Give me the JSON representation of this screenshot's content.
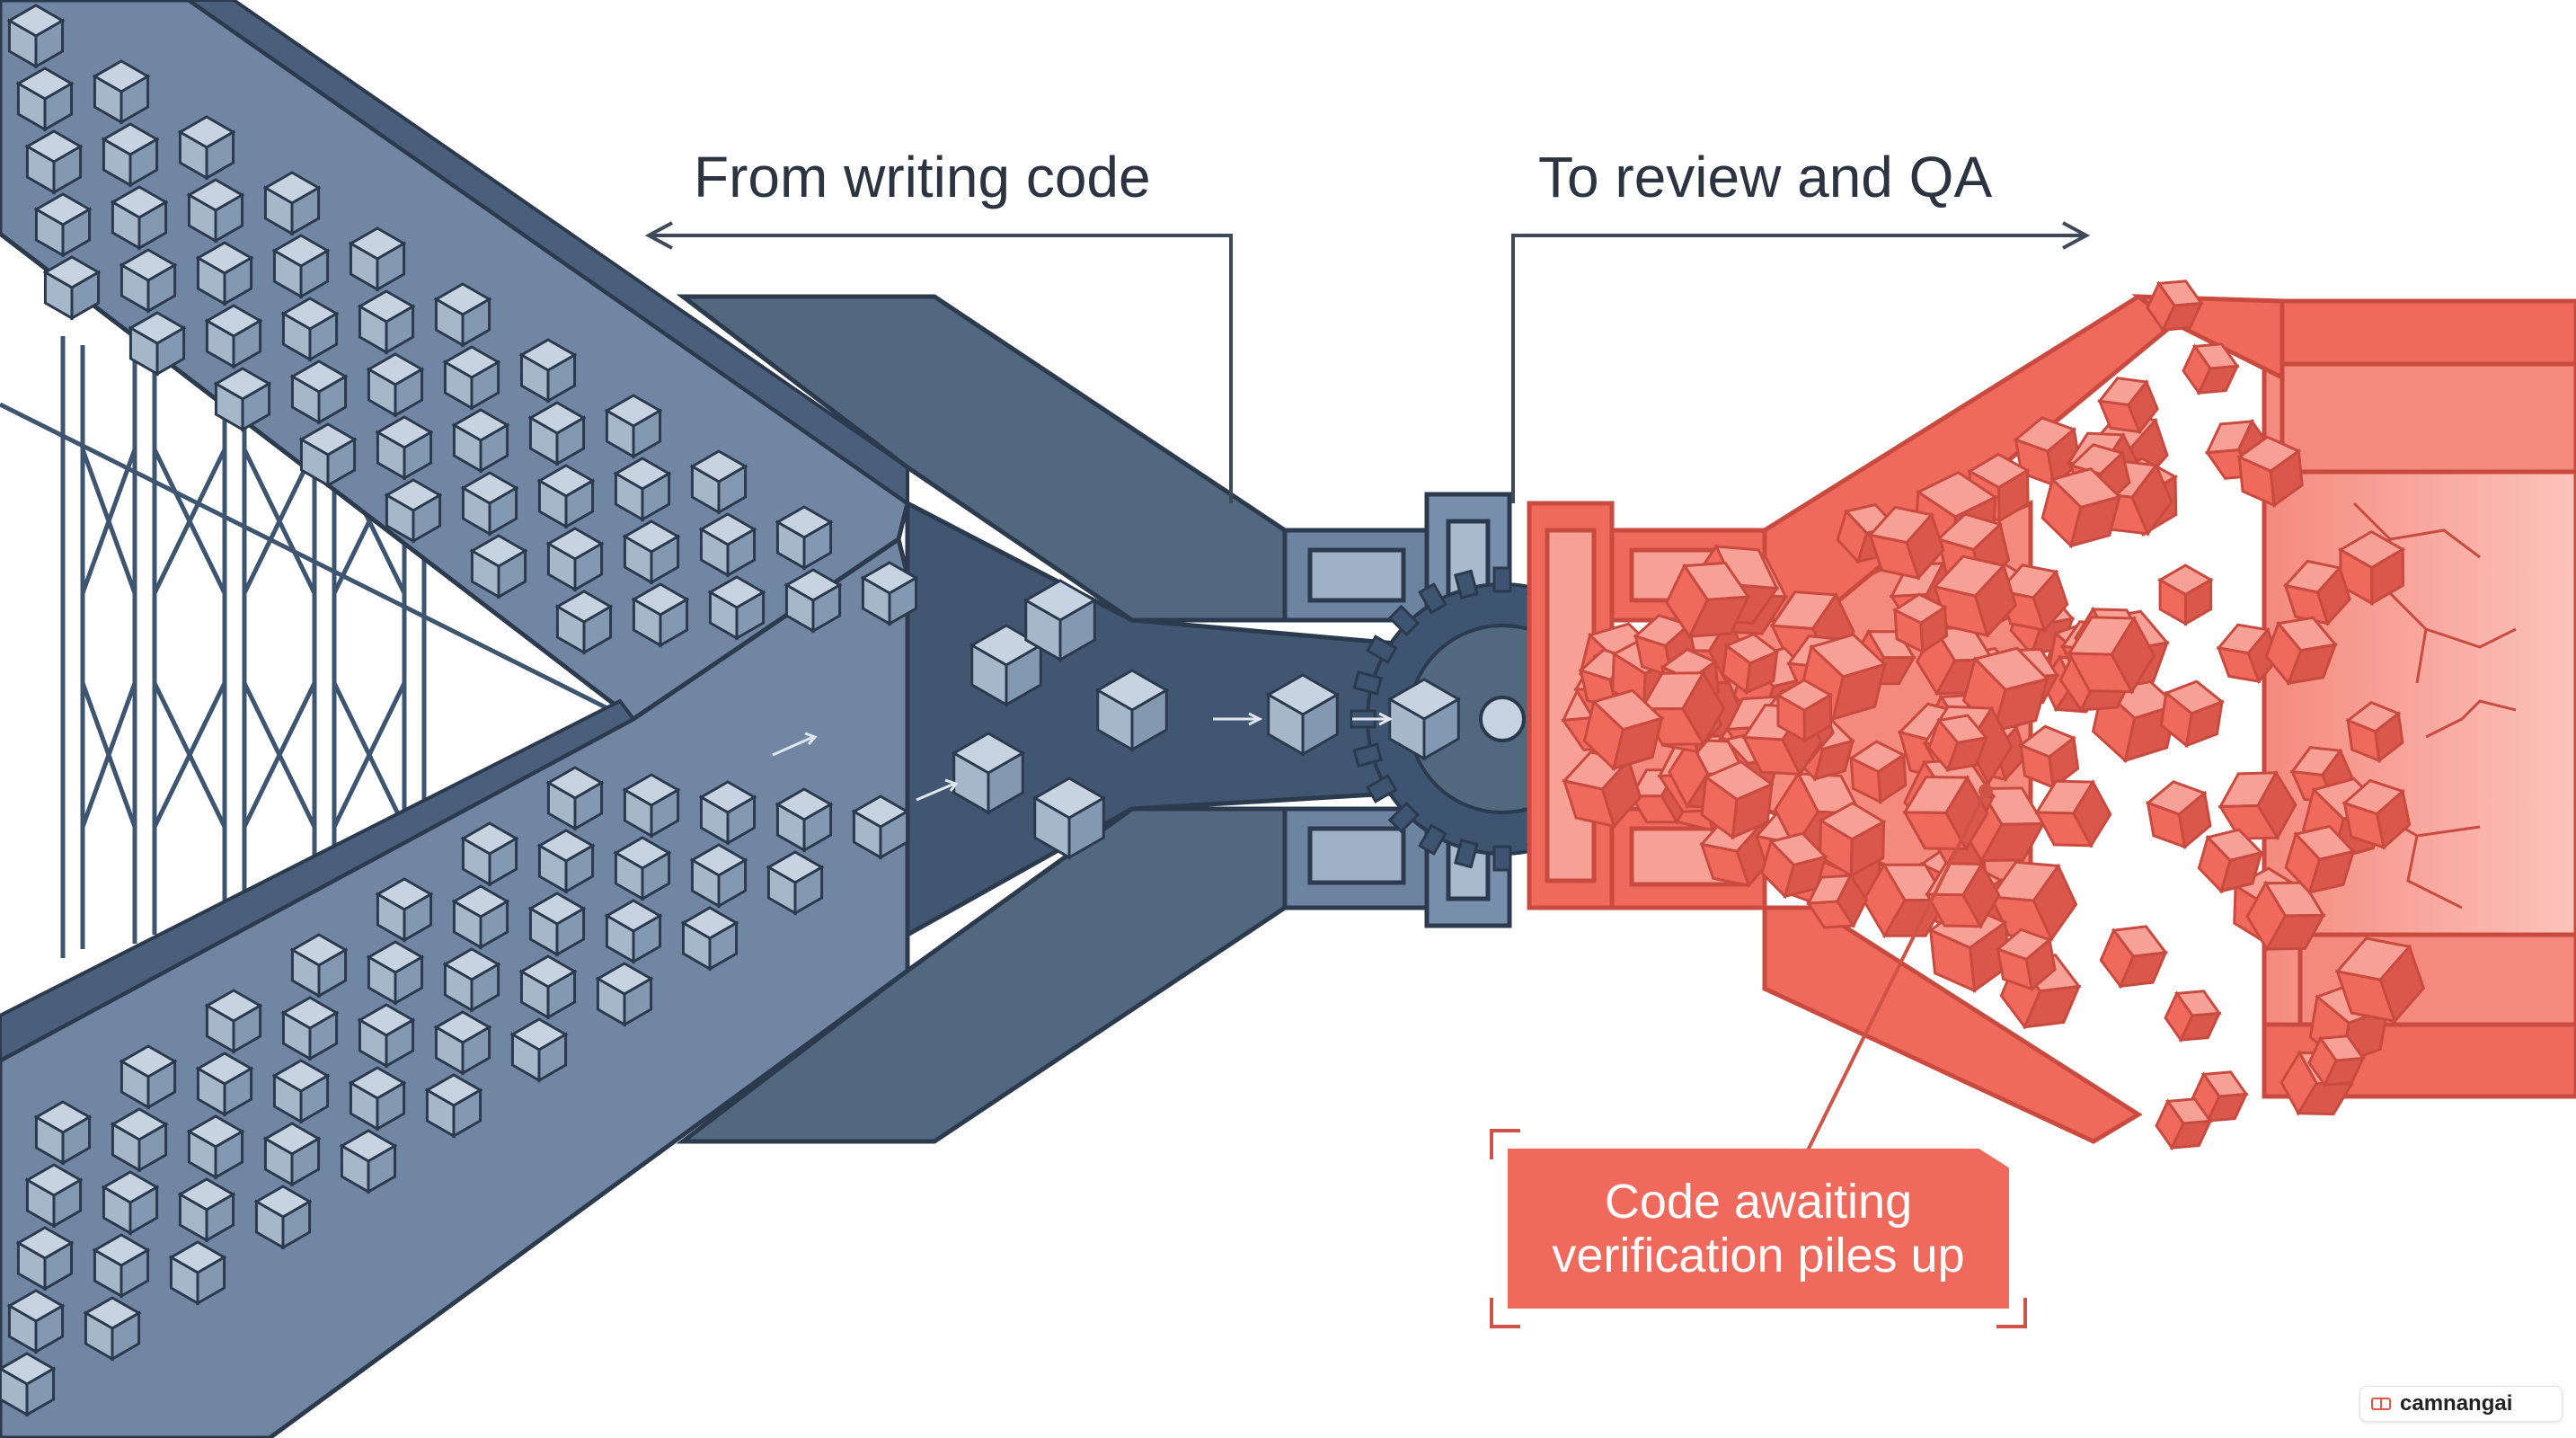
{
  "labels": {
    "left": "From writing code",
    "right": "To review and QA"
  },
  "callout": {
    "line1": "Code awaiting",
    "line2": "verification piles up"
  },
  "watermark": {
    "text": "camnangai"
  },
  "colors": {
    "steel_dark": "#3e5571",
    "steel_mid": "#6a819e",
    "steel_light": "#a3b4c8",
    "cube_top": "#c7d3e0",
    "cube_left": "#a7b7ca",
    "cube_right": "#8399b2",
    "red_dark": "#c94a3f",
    "red_mid": "#ef6a5d",
    "red_light": "#f7a096",
    "red_fill": "#fbb3aa",
    "outline": "#2b3a4d",
    "label_text": "#2b3440"
  },
  "icons": {
    "left_arrow": "arrow-left-icon",
    "right_arrow": "arrow-right-icon",
    "gear": "gear-icon",
    "watermark_logo": "camnangai-logo-icon"
  }
}
